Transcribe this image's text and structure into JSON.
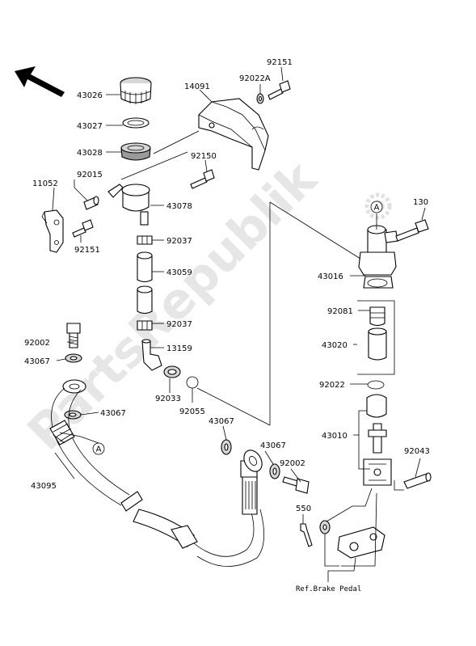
{
  "watermark": "PartsRepublik",
  "reference_note": "Ref.Brake Pedal",
  "marker_letter": "A",
  "part_numbers": {
    "p43026": "43026",
    "p43027": "43027",
    "p43028": "43028",
    "p14091": "14091",
    "p92022A": "92022A",
    "p92151_top": "92151",
    "p92150": "92150",
    "p11052": "11052",
    "p92015": "92015",
    "p43078": "43078",
    "p92151_left": "92151",
    "p92037_a": "92037",
    "p43059": "43059",
    "p92037_b": "92037",
    "p13159": "13159",
    "p92002_left": "92002",
    "p43067_left": "43067",
    "p43067_left2": "43067",
    "p92033": "92033",
    "p92055": "92055",
    "p43095": "43095",
    "p43067_mid": "43067",
    "p43067_mid2": "43067",
    "p92002_mid": "92002",
    "p550": "550",
    "p130": "130",
    "p43016": "43016",
    "p92081": "92081",
    "p43020": "43020",
    "p92022": "92022",
    "p43010": "43010",
    "p92043": "92043"
  }
}
